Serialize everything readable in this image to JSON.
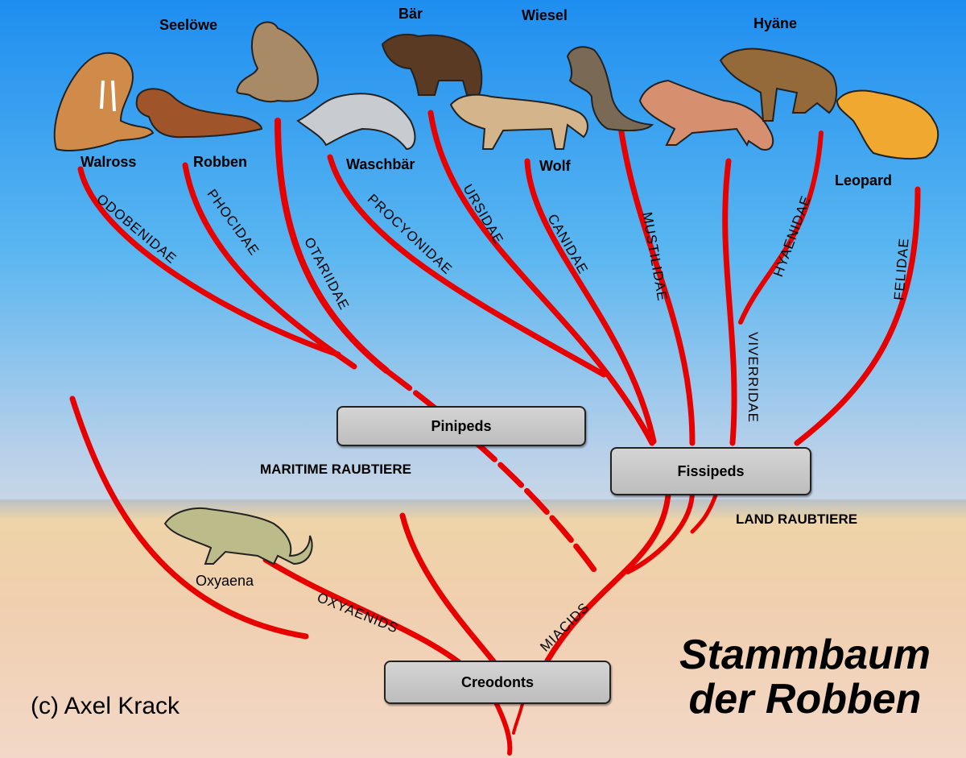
{
  "animals": {
    "seeloewe": "Seelöwe",
    "baer": "Bär",
    "wiesel": "Wiesel",
    "hyaene": "Hyäne",
    "walross": "Walross",
    "robben": "Robben",
    "waschbaer": "Waschbär",
    "wolf": "Wolf",
    "leopard": "Leopard",
    "oxyaena": "Oxyaena"
  },
  "families": {
    "odobenidae": "ODOBENIDAE",
    "phocidae": "PHOCIDAE",
    "otariidae": "OTARIIDAE",
    "procyonidae": "PROCYONIDAE",
    "ursidae": "URSIDAE",
    "canidae": "CANIDAE",
    "mustilidae": "MUSTILIDAE",
    "hyaenidae": "HYAENIDAE",
    "viverridae": "VIVERRIDAE",
    "felidae": "FELIDAE",
    "oxyaenids": "OXYAENIDS",
    "miacids": "MIACIDS"
  },
  "groups": {
    "pinipeds": "Pinipeds",
    "fissipeds": "Fissipeds",
    "creodonts": "Creodonts",
    "maritime": "MARITIME RAUBTIERE",
    "land": "LAND RAUBTIERE"
  },
  "title": {
    "line1": "Stammbaum",
    "line2": "der Robben"
  },
  "copyright": "(c) Axel Krack",
  "colors": {
    "branch": "#e60000",
    "sky_top": "#1e8ef0",
    "sky_horizon": "#c8d6e6",
    "sand": "#f0d3b0",
    "box": "#c8c8c8"
  }
}
